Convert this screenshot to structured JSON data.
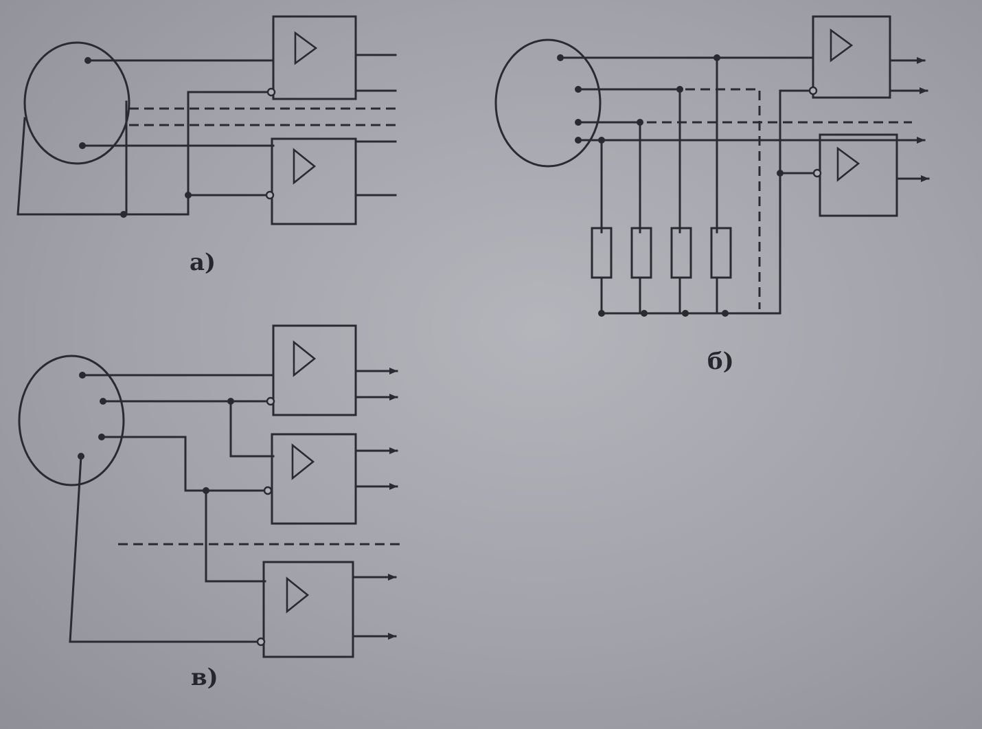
{
  "captions": {
    "a": "а)",
    "b": "б)",
    "v": "в)"
  }
}
